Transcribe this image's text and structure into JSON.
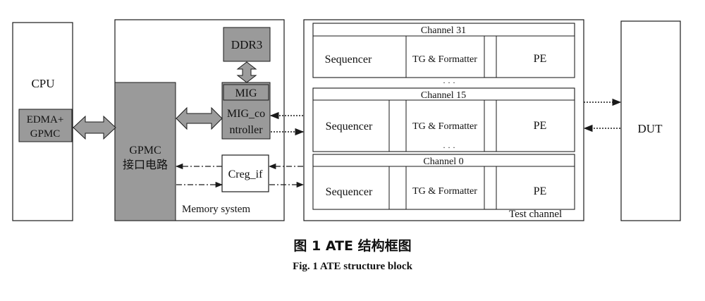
{
  "blocks": {
    "cpu": "CPU",
    "edma_line1": "EDMA+",
    "edma_line2": "GPMC",
    "gpmc_line1": "GPMC",
    "gpmc_line2": "接口电路",
    "ddr3": "DDR3",
    "mig": "MIG",
    "mig_ctrl_line1": "MIG_co",
    "mig_ctrl_line2": "ntroller",
    "creg": "Creg_if",
    "memory_system": "Memory system",
    "test_channel": "Test channel",
    "dut": "DUT"
  },
  "channels": [
    {
      "title": "Channel 31",
      "sequencer": "Sequencer",
      "tg": "TG & Formatter",
      "pe": "PE"
    },
    {
      "title": "Channel 15",
      "sequencer": "Sequencer",
      "tg": "TG & Formatter",
      "pe": "PE"
    },
    {
      "title": "Channel 0",
      "sequencer": "Sequencer",
      "tg": "TG & Formatter",
      "pe": "PE"
    }
  ],
  "ellipsis": "· · ·",
  "caption": {
    "zh": "图 1   ATE 结构框图",
    "en": "Fig. 1    ATE structure block"
  },
  "colors": {
    "block_gray": "#9a9a9a",
    "arrow_gray": "#9c9c9c",
    "line": "#1a1a1a"
  }
}
